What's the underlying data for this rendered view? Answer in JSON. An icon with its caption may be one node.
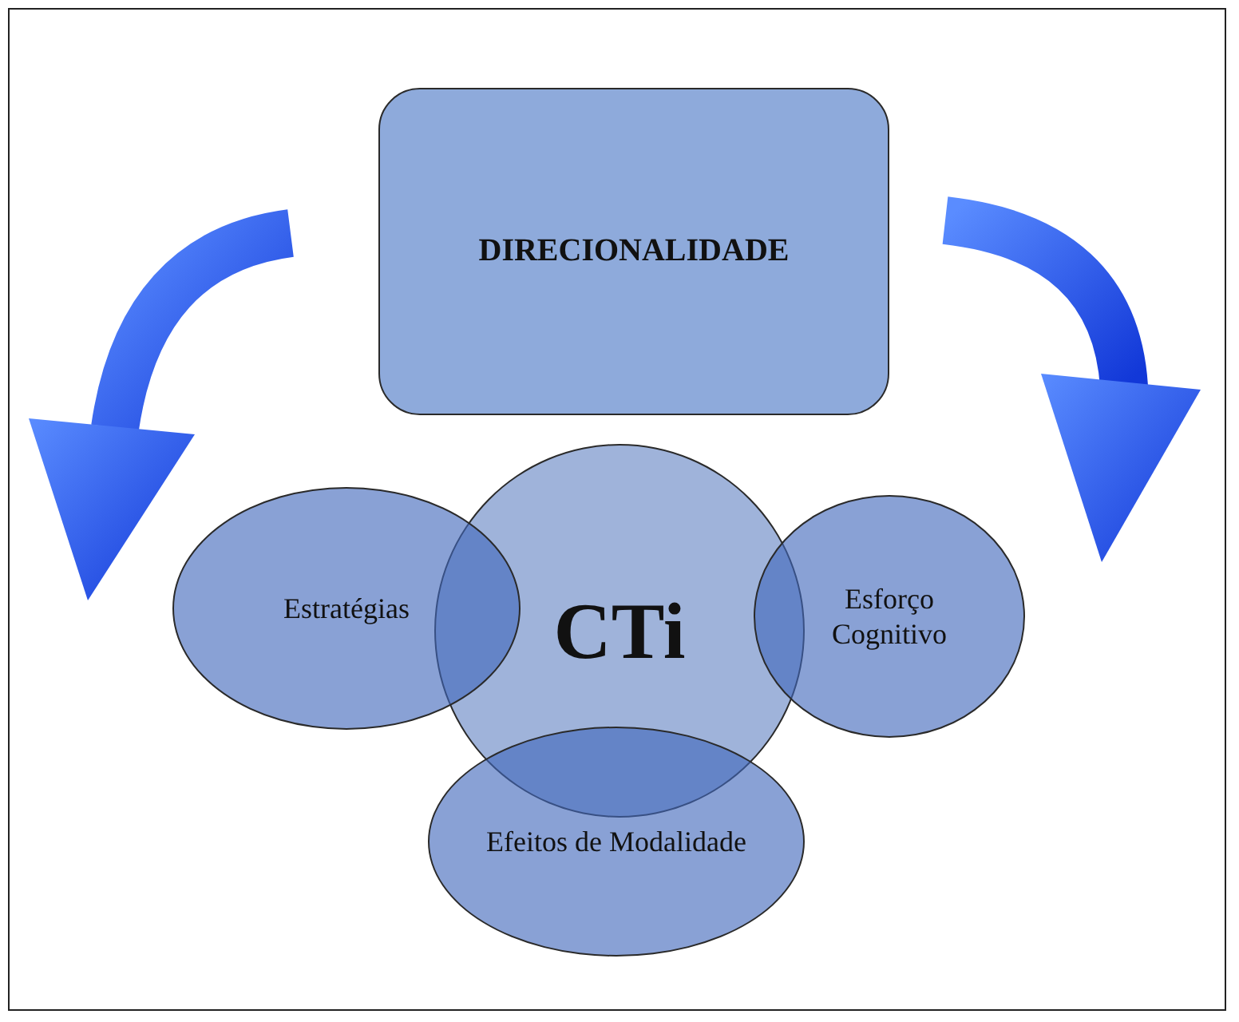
{
  "diagram": {
    "nodes": [
      {
        "text": [
          "DIRECIONALIDADE"
        ]
      },
      {
        "text": [
          "Estratégias"
        ]
      },
      {
        "text": [
          "CTi"
        ]
      },
      {
        "text": [
          "Esforço Cognitivo"
        ]
      },
      {
        "text": [
          "Efeitos de Modalidade"
        ]
      }
    ],
    "edges": []
  }
}
